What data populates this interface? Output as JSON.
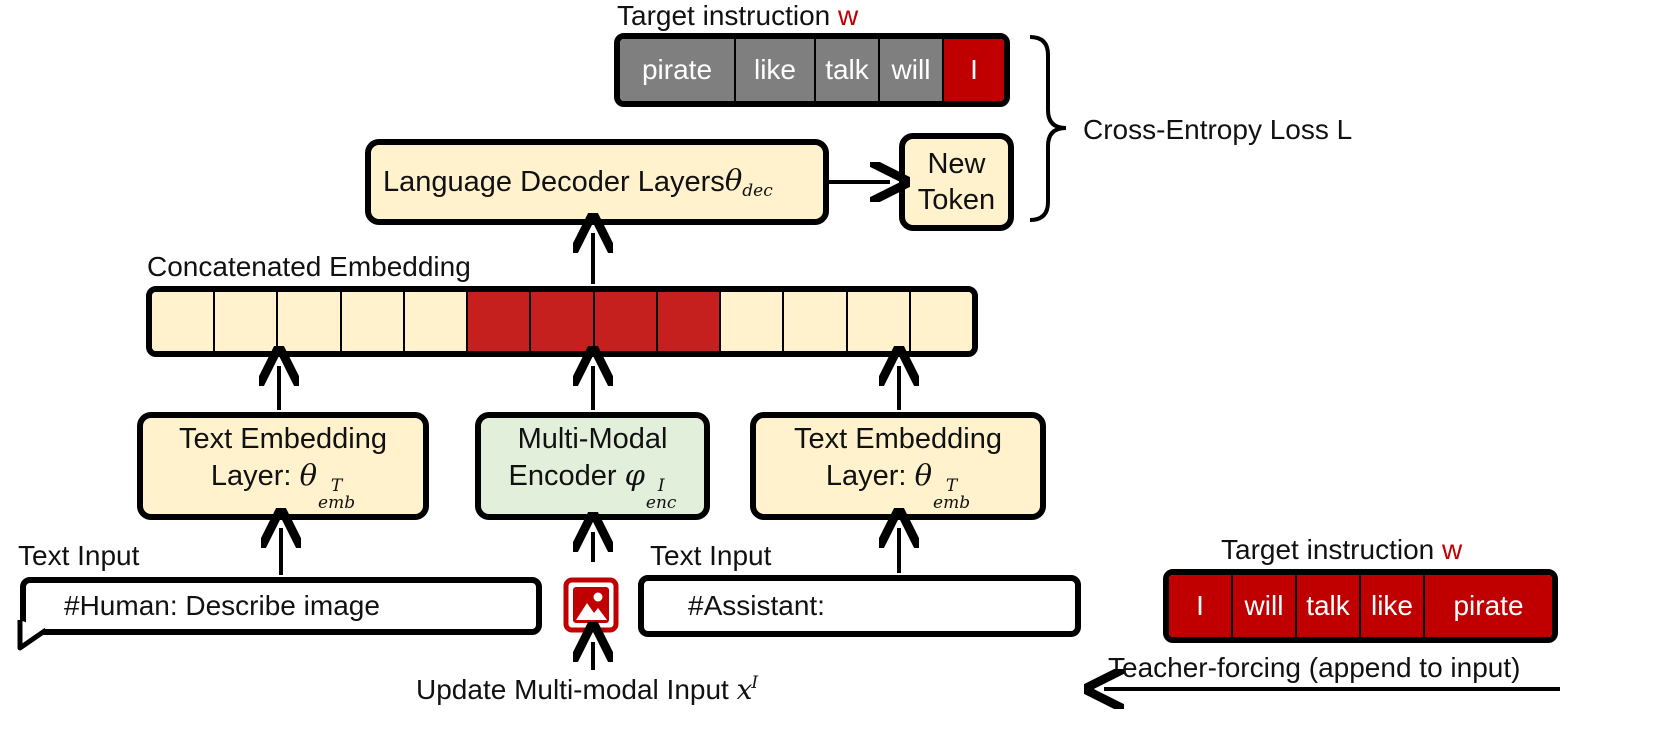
{
  "top_target": {
    "label": "Target instruction ",
    "variable": "w",
    "tokens": [
      "pirate",
      "like",
      "talk",
      "will",
      "I"
    ]
  },
  "loss_label": "Cross-Entropy Loss L",
  "decoder": {
    "label": "Language Decoder Layers ",
    "param": "θ",
    "param_sub": "dec"
  },
  "new_token": {
    "line1": "New",
    "line2": "Token"
  },
  "concat_label": "Concatenated Embedding",
  "embedding_cells": [
    "cream",
    "cream",
    "cream",
    "cream",
    "cream",
    "red",
    "red",
    "red",
    "red",
    "cream",
    "cream",
    "cream",
    "cream"
  ],
  "text_embedding_left": {
    "line1": "Text Embedding",
    "line2": "Layer: ",
    "param": "θ",
    "param_sup": "T",
    "param_sub": "emb"
  },
  "encoder": {
    "line1": "Multi-Modal",
    "line2": "Encoder ",
    "param": "φ",
    "param_sup": "I",
    "param_sub": "enc"
  },
  "text_embedding_right": {
    "line1": "Text Embedding",
    "line2": "Layer: ",
    "param": "θ",
    "param_sup": "T",
    "param_sub": "emb"
  },
  "left_input": {
    "label": "Text Input",
    "value": "#Human: Describe image"
  },
  "right_input": {
    "label": "Text Input",
    "value": "#Assistant:"
  },
  "update_label": {
    "text": "Update Multi-modal Input ",
    "var": "x",
    "var_sup": "I"
  },
  "bottom_target": {
    "label": "Target instruction ",
    "variable": "w",
    "tokens": [
      "I",
      "will",
      "talk",
      "like",
      "pirate"
    ]
  },
  "teacher_forcing": "Teacher-forcing (append to input)",
  "colors": {
    "cream": "#fff2cc",
    "green": "#e2efda",
    "red": "#c00000",
    "grey": "#7f7f7f"
  },
  "icons": {
    "image": "image-icon"
  }
}
